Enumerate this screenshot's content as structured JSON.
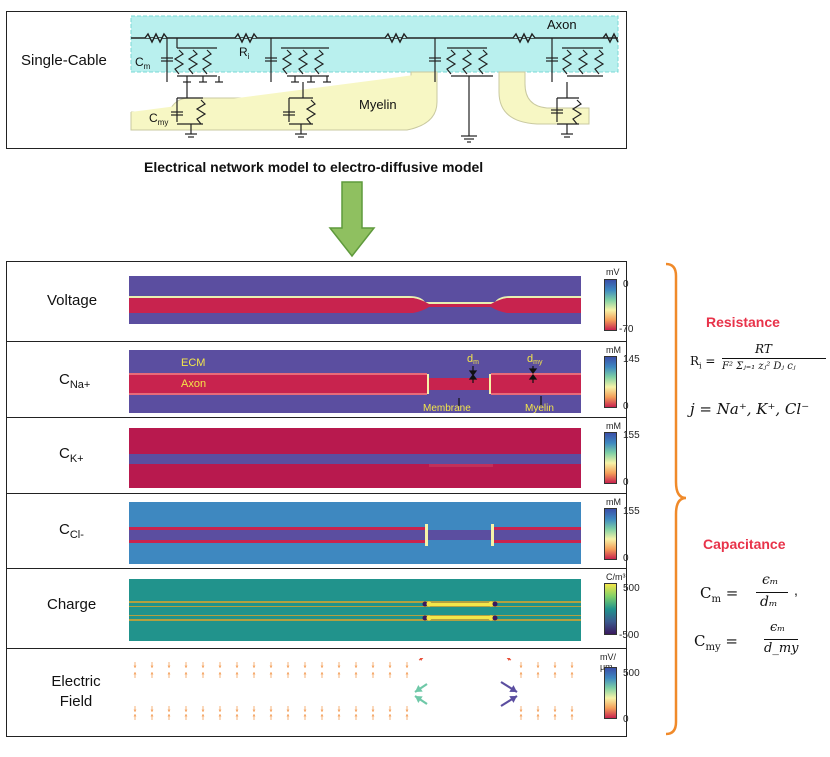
{
  "top": {
    "row_label": "Single-Cable",
    "labels": {
      "axon": "Axon",
      "myelin": "Myelin",
      "cm": "C",
      "cm_sub": "m",
      "ri": "R",
      "ri_sub": "i",
      "cmy": "C",
      "cmy_sub": "my"
    }
  },
  "caption": "Electrical network model to electro-diffusive model",
  "rows": [
    {
      "label": "Voltage",
      "unit": "mV",
      "tick_top": "0",
      "tick_bottom": "-70"
    },
    {
      "label": "C",
      "label_sub": "Na+",
      "unit": "mM",
      "tick_top": "145",
      "tick_bottom": "0",
      "annotations": {
        "ecm": "ECM",
        "axon": "Axon",
        "dm": "d",
        "dm_sub": "m",
        "dmy": "d",
        "dmy_sub": "my",
        "membrane": "Membrane",
        "myelin": "Myelin"
      }
    },
    {
      "label": "C",
      "label_sub": "K+",
      "unit": "mM",
      "tick_top": "155",
      "tick_bottom": "0"
    },
    {
      "label": "C",
      "label_sub": "Cl-",
      "unit": "mM",
      "tick_top": "155",
      "tick_bottom": "0"
    },
    {
      "label": "Charge",
      "unit": "C/m³",
      "tick_top": "500",
      "tick_bottom": "-500"
    },
    {
      "label": "Electric Field",
      "unit": "mV/μm",
      "tick_top": "500",
      "tick_bottom": "0"
    }
  ],
  "side": {
    "resistance_title": "Resistance",
    "resistance_formula_lhs": "R",
    "resistance_formula_lhs_sub": "i",
    "resistance_numerator": "RT",
    "resistance_denominator": "F² Σⱼ₌₁ zⱼ² Dⱼ cⱼ",
    "ion_list": "j = Na⁺, K⁺, Cl⁻",
    "capacitance_title": "Capacitance",
    "cm_lhs": "C",
    "cm_lhs_sub": "m",
    "cm_numerator": "ϵₘ",
    "cm_denominator": "dₘ",
    "cmy_lhs": "C",
    "cmy_lhs_sub": "my",
    "cmy_numerator": "ϵₘ",
    "cmy_denominator": "d_my"
  },
  "colors": {
    "purple": "#5b4ea0",
    "crimson": "#c8234e",
    "blue": "#3e88c0",
    "teal": "#21938c",
    "orange": "#f08a2a",
    "arrow_green": "#8fc060",
    "cyan": "#b9f0ee",
    "myelin": "#f7f7c4",
    "title_red": "#e8334a"
  }
}
